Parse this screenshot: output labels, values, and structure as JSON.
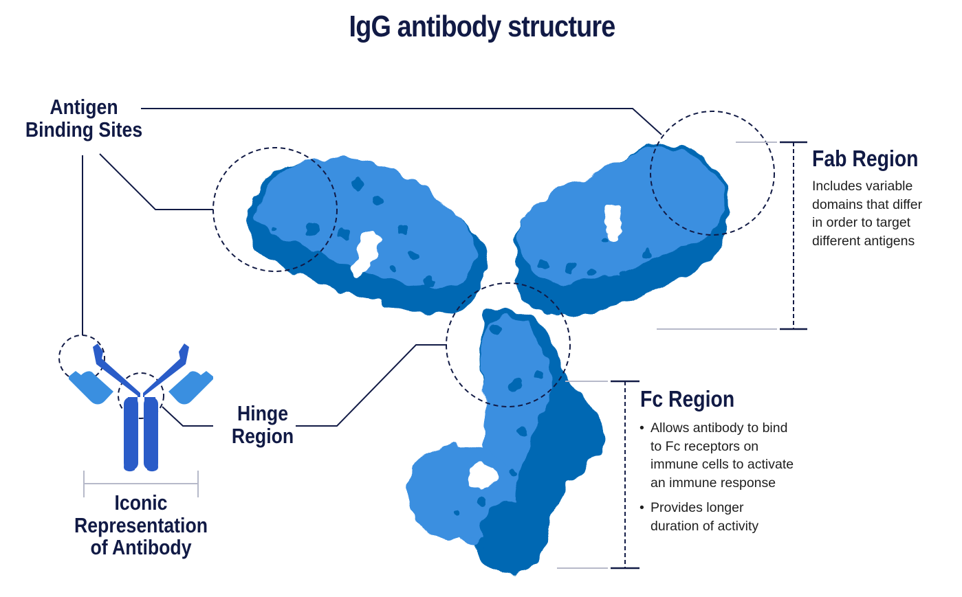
{
  "title": "IgG antibody structure",
  "colors": {
    "navy_text": "#111a45",
    "body_text": "#1e1e1e",
    "protein_light": "#3a8fe0",
    "protein_dark": "#0468b3",
    "icon_dark_blue": "#2a5cc8",
    "icon_light_blue": "#3a8fe0",
    "bracket_gray": "#b6b9c9",
    "leader_line": "#111a45"
  },
  "labels": {
    "antigen_binding_sites": {
      "line1": "Antigen",
      "line2": "Binding Sites"
    },
    "hinge_region": {
      "line1": "Hinge",
      "line2": "Region"
    },
    "iconic_representation": {
      "line1": "Iconic",
      "line2": "Representation",
      "line3": "of Antibody"
    }
  },
  "fab_region": {
    "heading": "Fab Region",
    "description_lines": [
      "Includes variable",
      "domains that differ",
      "in order to target",
      "different antigens"
    ]
  },
  "fc_region": {
    "heading": "Fc Region",
    "bullets": [
      {
        "marker": "•",
        "lines": [
          "Allows antibody to bind",
          "to Fc receptors on",
          "immune cells to activate",
          "an immune response"
        ]
      },
      {
        "marker": "•",
        "lines": [
          "Provides longer",
          "duration of activity"
        ]
      }
    ]
  },
  "icons": {
    "protein_structure": "igg-protein-surface-illustration",
    "antibody_glyph": "y-shaped-antibody-icon",
    "highlight_circle": "dashed-circle-callout"
  }
}
